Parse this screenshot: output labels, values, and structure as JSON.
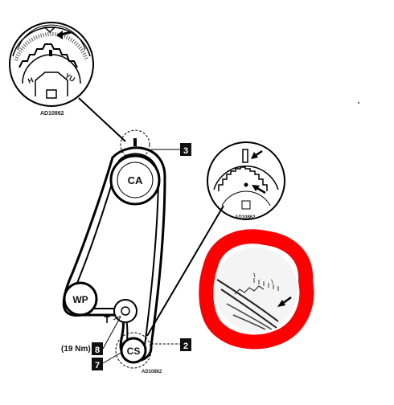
{
  "diagram": {
    "pulleys": {
      "camshaft": "CA",
      "water_pump": "WP",
      "tensioner": "T",
      "crankshaft": "CS"
    },
    "callouts": {
      "c3": "3",
      "c2": "2",
      "c8": "8",
      "c7": "7"
    },
    "torque_note": "(19 Nm)",
    "detail_codes": {
      "top": "AD10862",
      "right": "AD10862",
      "bottom": "AD10862"
    },
    "gear_marks": {
      "left": "H",
      "right": "YU"
    },
    "annotation_color": "#ff0000"
  }
}
